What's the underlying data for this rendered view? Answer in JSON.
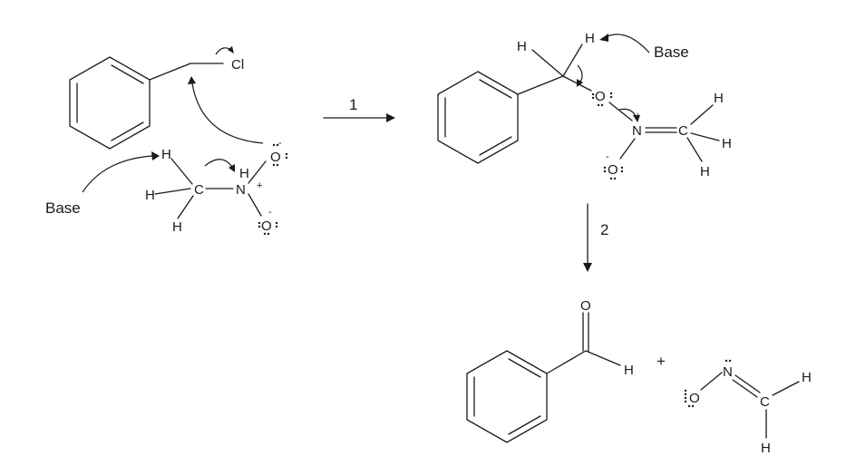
{
  "atoms": {
    "cl": "Cl",
    "c": "C",
    "n": "N",
    "o": "O",
    "h": "H",
    "plus": "+",
    "minus": "-"
  },
  "labels": {
    "base": "Base",
    "step1": "1",
    "step2": "2",
    "plus_sign": "+"
  }
}
